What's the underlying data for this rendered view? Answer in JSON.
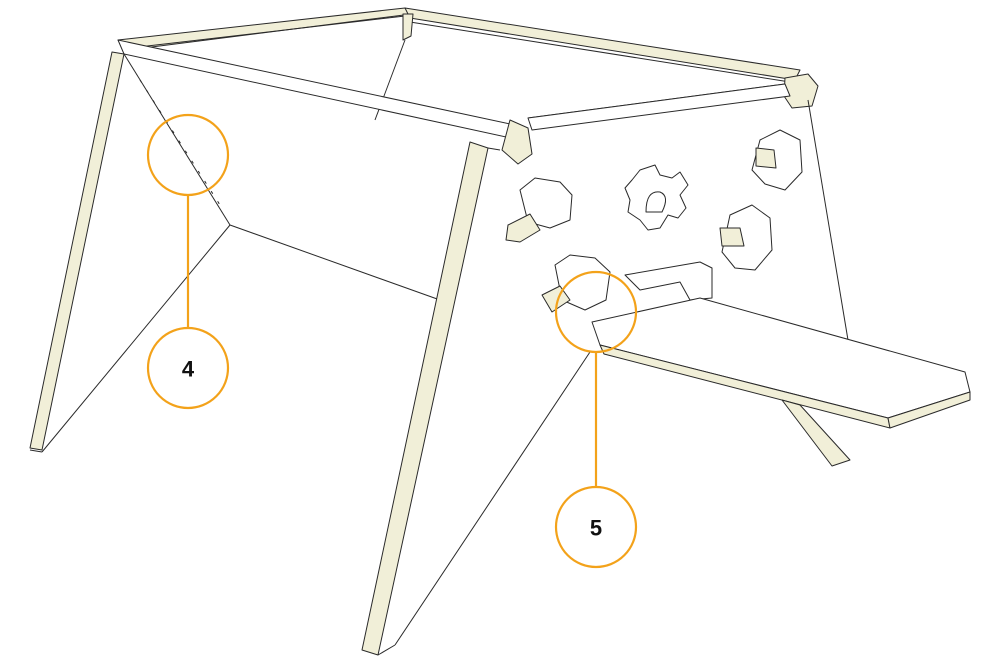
{
  "colors": {
    "callout": "#f3a21a",
    "ply_edge": "#f1efd8",
    "outline": "#2a2a2a",
    "background": "#ffffff"
  },
  "callouts": [
    {
      "id": "callout-4",
      "label": "4"
    },
    {
      "id": "callout-5",
      "label": "5"
    }
  ]
}
